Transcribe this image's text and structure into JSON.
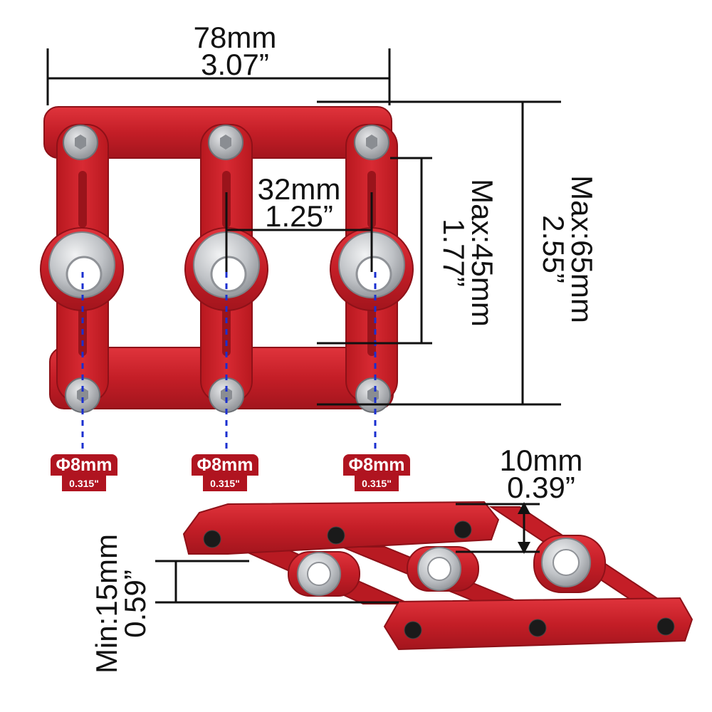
{
  "dimensions": {
    "width_mm": "78mm",
    "width_in": "3.07”",
    "spacing_mm": "32mm",
    "spacing_in": "1.25”",
    "max45_mm": "Max:45mm",
    "max45_in": "1.77”",
    "max65_mm": "Max:65mm",
    "max65_in": "2.55”",
    "thickness_mm": "10mm",
    "thickness_in": "0.39”",
    "min15_mm": "Min:15mm",
    "min15_in": "0.59”"
  },
  "bushings": [
    {
      "diameter_mm": "Φ8mm",
      "diameter_in": "0.315\""
    },
    {
      "diameter_mm": "Φ8mm",
      "diameter_in": "0.315\""
    },
    {
      "diameter_mm": "Φ8mm",
      "diameter_in": "0.315\""
    }
  ],
  "colors": {
    "anodized_red": "#c8202a",
    "steel": "#b9bcc0",
    "guide_line": "#1a2fd0",
    "label_bg": "#b01420"
  }
}
